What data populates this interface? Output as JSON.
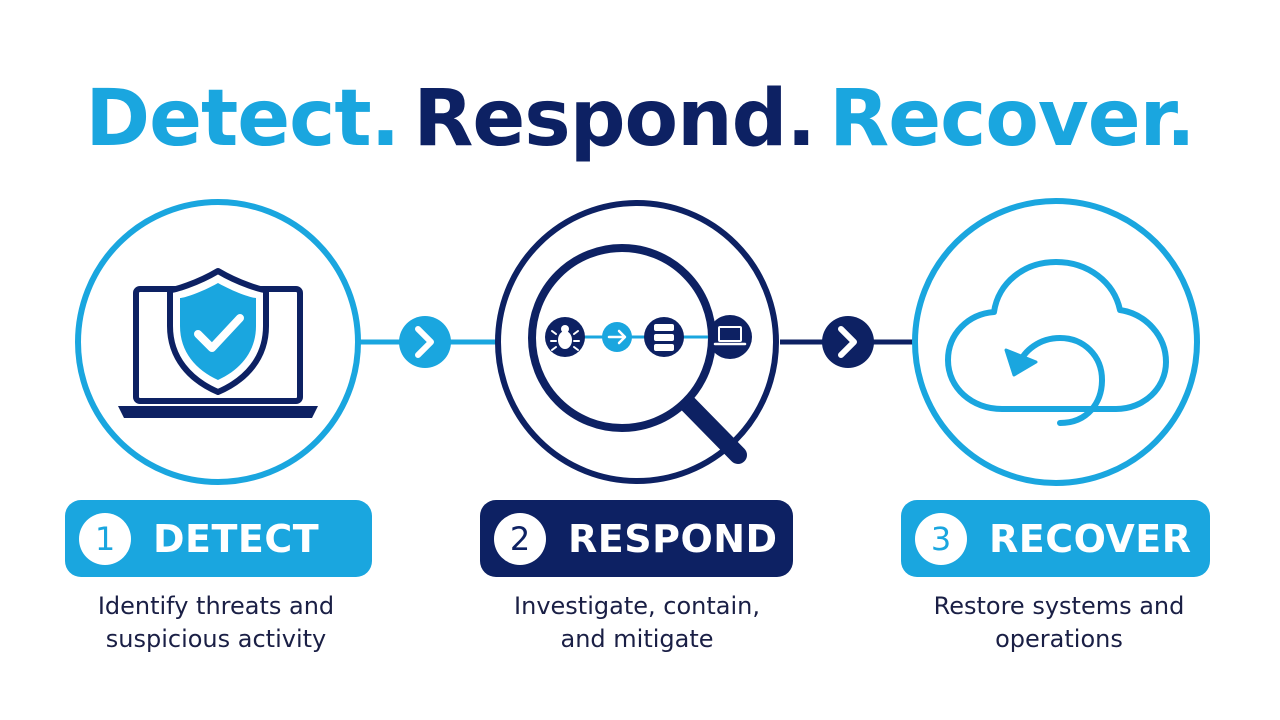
{
  "headline": {
    "word1": "Detect.",
    "word2": "Respond.",
    "word3": "Recover."
  },
  "colors": {
    "light_blue": "#1aa6df",
    "navy": "#0d2163",
    "white": "#ffffff"
  },
  "steps": [
    {
      "number": "1",
      "label": "DETECT",
      "description_line1": "Identify threats and",
      "description_line2": "suspicious activity",
      "icon": "laptop-shield-check-icon"
    },
    {
      "number": "2",
      "label": "RESPOND",
      "description_line1": "Investigate, contain,",
      "description_line2": "and mitigate",
      "icon": "magnifier-flow-icon"
    },
    {
      "number": "3",
      "label": "RECOVER",
      "description_line1": "Restore systems and",
      "description_line2": "operations",
      "icon": "cloud-restore-icon"
    }
  ],
  "connectors": [
    {
      "icon": "chevron-right-icon",
      "color": "light_blue"
    },
    {
      "icon": "chevron-right-icon",
      "color": "navy"
    }
  ]
}
